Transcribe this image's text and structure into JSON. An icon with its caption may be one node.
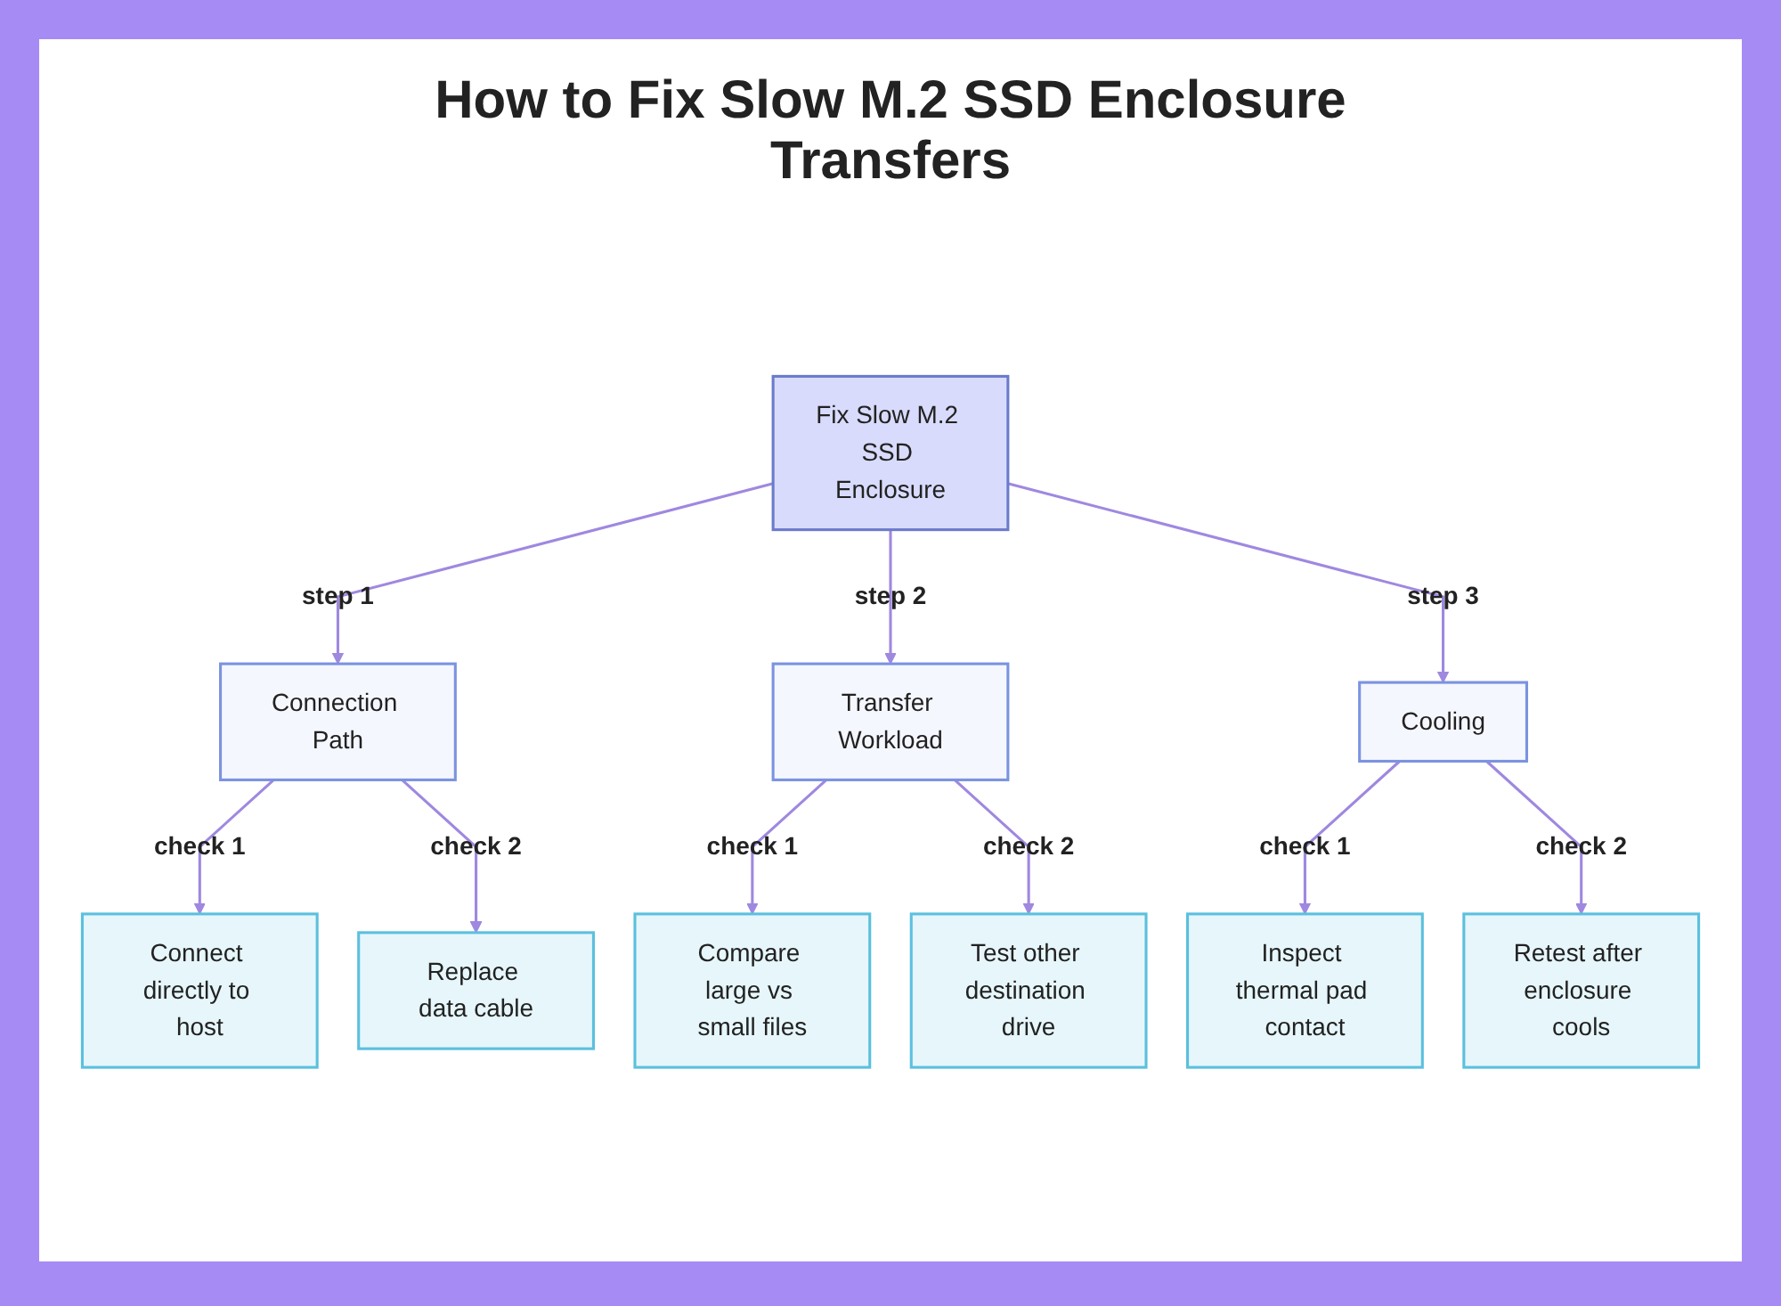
{
  "diagram": {
    "title": "How to Fix Slow M.2 SSD Enclosure Transfers",
    "nodes": [
      {
        "text": [
          "Fix Slow M.2 SSD Enclosure"
        ]
      },
      {
        "text": [
          "Connection Path"
        ]
      },
      {
        "text": [
          "Transfer Workload"
        ]
      },
      {
        "text": [
          "Cooling"
        ]
      },
      {
        "text": [
          "Connect directly to host"
        ]
      },
      {
        "text": [
          "Replace data cable"
        ]
      },
      {
        "text": [
          "Compare large vs small files"
        ]
      },
      {
        "text": [
          "Test other destination drive"
        ]
      },
      {
        "text": [
          "Inspect thermal pad contact"
        ]
      },
      {
        "text": [
          "Retest after enclosure cools"
        ]
      }
    ],
    "edges": [
      {
        "from": 0,
        "to": 1,
        "arrow": "to",
        "label": "step 1"
      },
      {
        "from": 0,
        "to": 2,
        "arrow": "to",
        "label": "step 2"
      },
      {
        "from": 0,
        "to": 3,
        "arrow": "to",
        "label": "step 3"
      },
      {
        "from": 1,
        "to": 4,
        "arrow": "to",
        "label": "check 1"
      },
      {
        "from": 1,
        "to": 5,
        "arrow": "to",
        "label": "check 2"
      },
      {
        "from": 2,
        "to": 6,
        "arrow": "to",
        "label": "check 1"
      },
      {
        "from": 2,
        "to": 7,
        "arrow": "to",
        "label": "check 2"
      },
      {
        "from": 3,
        "to": 8,
        "arrow": "to",
        "label": "check 1"
      },
      {
        "from": 3,
        "to": 9,
        "arrow": "to",
        "label": "check 2"
      }
    ]
  }
}
